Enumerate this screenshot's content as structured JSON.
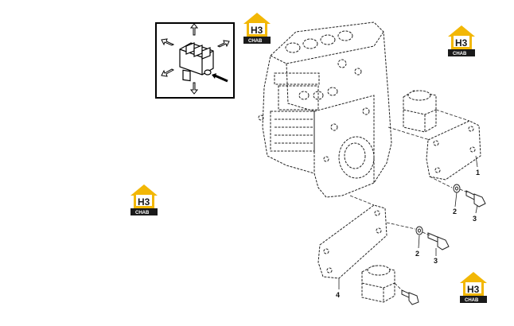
{
  "diagram": {
    "callouts": {
      "bracket_upper": "1",
      "washer_upper": "2",
      "bolt_upper": "3",
      "washer_lower": "2",
      "bolt_lower": "3",
      "bracket_lower": "4"
    },
    "watermark": {
      "mark": "H3",
      "sub": "CHAB",
      "body_color": "#1a1a1a",
      "roof_color": "#f2b705"
    }
  }
}
